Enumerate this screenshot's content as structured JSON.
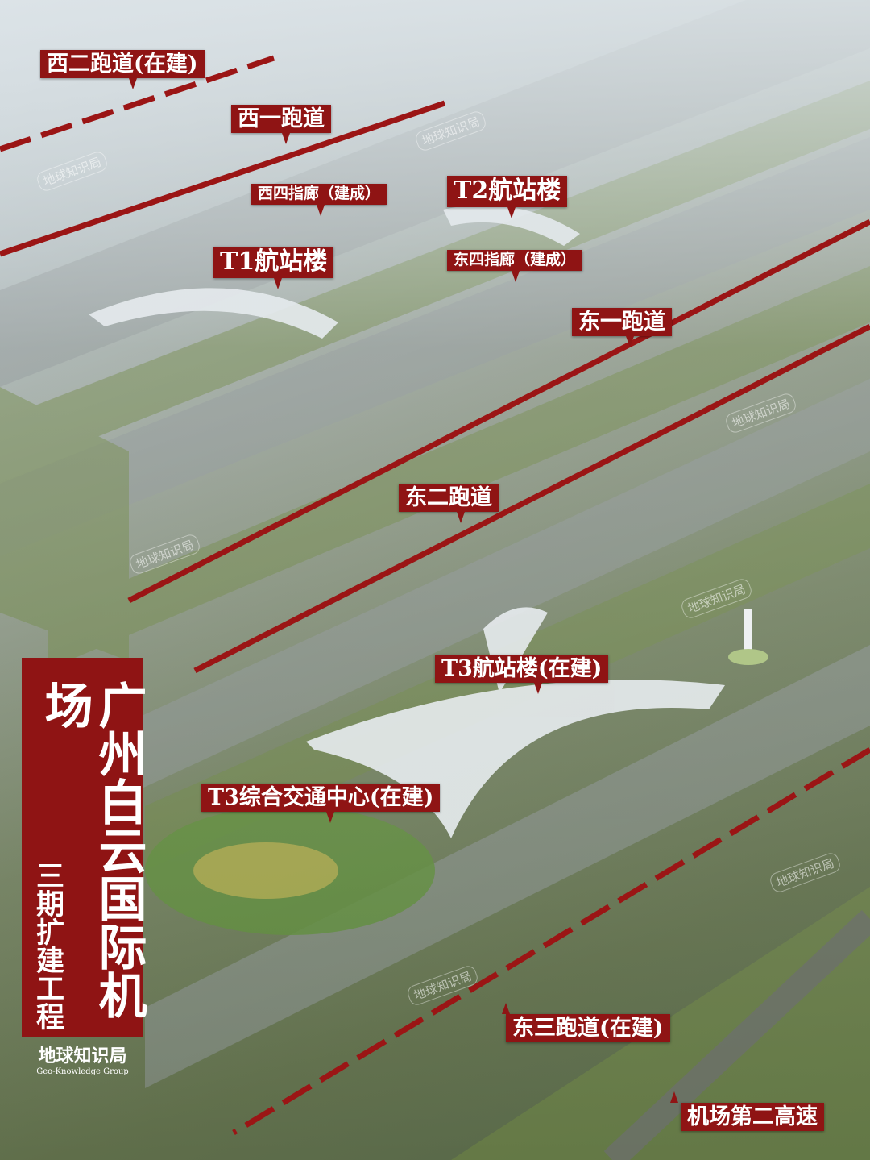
{
  "title": {
    "main": "广州白云国际机场",
    "sub": "三期扩建工程"
  },
  "brand": {
    "name_cn": "地球知识局",
    "name_en": "Geo-Knowledge Group"
  },
  "labels": {
    "west2_runway": "西二跑道(在建)",
    "west1_runway": "西一跑道",
    "west4_pier": "西四指廊（建成）",
    "t2": "T2航站楼",
    "t1": "T1航站楼",
    "east4_pier": "东四指廊（建成）",
    "east1_runway": "东一跑道",
    "east2_runway": "东二跑道",
    "t3": "T3航站楼(在建)",
    "t3_gtc": "T3综合交通中心(在建)",
    "east3_runway": "东三跑道(在建)",
    "expressway": "机场第二高速"
  },
  "watermark": "地球知识局",
  "colors": {
    "label_bg": "#8f1414",
    "runway_line": "#9b1515",
    "label_text": "#ffffff"
  }
}
